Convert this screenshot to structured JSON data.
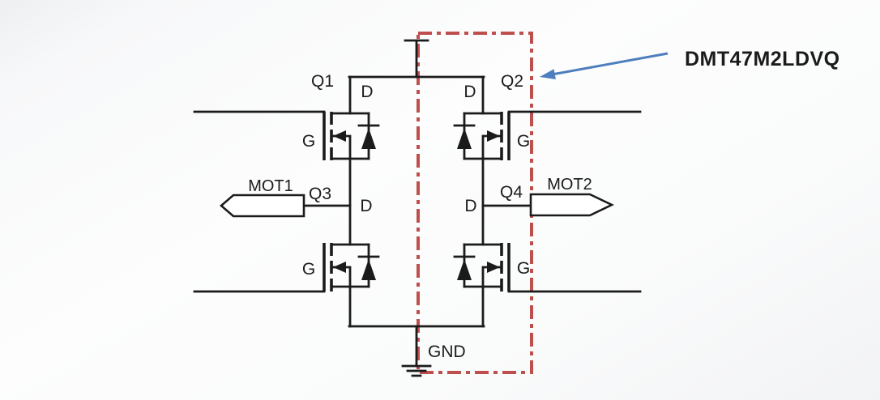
{
  "schematic": {
    "callout": {
      "label": "DMT47M2LDVQ"
    },
    "transistors": [
      {
        "ref": "Q1",
        "gate_label": "G",
        "drain_label": "D"
      },
      {
        "ref": "Q2",
        "gate_label": "G",
        "drain_label": "D"
      },
      {
        "ref": "Q3",
        "gate_label": "G",
        "drain_label": "D"
      },
      {
        "ref": "Q4",
        "gate_label": "G",
        "drain_label": "D"
      }
    ],
    "ports": [
      {
        "label": "MOT1",
        "direction": "left"
      },
      {
        "label": "MOT2",
        "direction": "right"
      }
    ],
    "ground_label": "GND",
    "colors": {
      "wire": "#1b1b1b",
      "highlight_box": "#bf4f4c",
      "callout_arrow": "#4d7ebd",
      "text": "#1b1b1b"
    }
  }
}
